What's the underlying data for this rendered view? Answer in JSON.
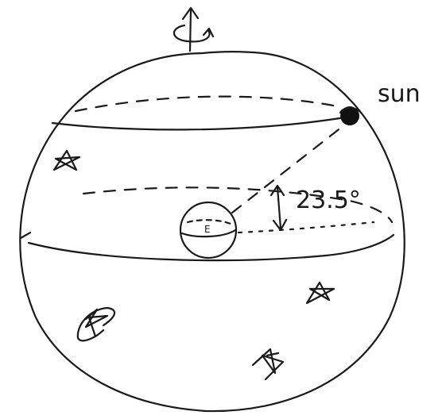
{
  "labels": {
    "sun": "sun",
    "angle": "23.5°",
    "earth": "E"
  },
  "icons": [
    "rotation-arrow-icon",
    "star-icon",
    "sun-icon"
  ]
}
